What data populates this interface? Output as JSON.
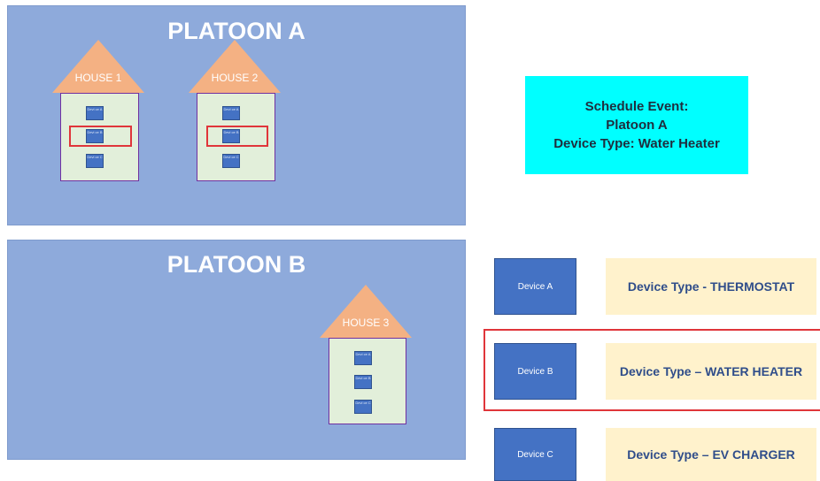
{
  "platoons": [
    {
      "title": "PLATOON A"
    },
    {
      "title": "PLATOON B"
    }
  ],
  "houses": [
    {
      "label": "HOUSE 1",
      "devices": [
        "Devi ce A",
        "Devi ce B",
        "Devi ce C"
      ]
    },
    {
      "label": "HOUSE 2",
      "devices": [
        "Devi ce A",
        "Devi ce B",
        "Devi ce C"
      ]
    },
    {
      "label": "HOUSE 3",
      "devices": [
        "Devi ce A",
        "Devi ce B",
        "Devi ce C"
      ]
    }
  ],
  "schedule": {
    "line1": "Schedule Event:",
    "line2": "Platoon A",
    "line3": "Device Type:  Water Heater"
  },
  "legend": [
    {
      "device": "Device A",
      "type": "Device Type - THERMOSTAT"
    },
    {
      "device": "Device B",
      "type": "Device Type – WATER HEATER"
    },
    {
      "device": "Device C",
      "type": "Device Type – EV CHARGER"
    }
  ],
  "colors": {
    "platoon_fill": "#8eaadb",
    "roof": "#f4b183",
    "house_body": "#e2efda",
    "device_fill": "#4472c4",
    "schedule_fill": "#00ffff",
    "type_fill": "#fff2cc",
    "highlight": "#e0353a"
  }
}
